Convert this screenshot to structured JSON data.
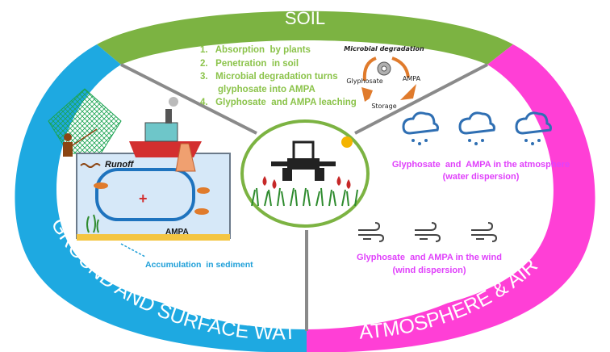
{
  "sections": {
    "soil": {
      "title": "SOIL",
      "items": [
        "1.   Absorption  by plants",
        "2.   Penetration  in soil",
        "3.   Microbial degradation turns",
        "glyphosate into AMPA",
        "4.   Glyphosate  and AMPA leaching"
      ],
      "cycle": {
        "title": "Microbial degradation",
        "glyphosate": "Glyphosate",
        "ampa": "AMPA",
        "storage": "Storage"
      }
    },
    "water": {
      "title": "GROUND AND SURFACE WATERS",
      "runoff": "Runoff",
      "ampa": "AMPA",
      "sediment": "Accumulation  in sediment"
    },
    "air": {
      "title": "ATMOSPHERE & AIR",
      "atmosphere_line1": "Glyphosate  and  AMPA in the atmosphere",
      "atmosphere_line2": "(water dispersion)",
      "wind_line1": "Glyphosate  and AMPA in the wind",
      "wind_line2": "(wind dispersion)"
    }
  },
  "colors": {
    "soil": "#7cb342",
    "water": "#1ea9e1",
    "air": "#ff3fd6",
    "soil_text": "#8bc34a",
    "water_text": "#1e9fd8",
    "air_text": "#e040fb",
    "arrow_orange": "#e07b2c",
    "cloud": "#2f6fb3",
    "center_ring": "#7cb342"
  },
  "icons": [
    "tractor-icon",
    "sun-icon",
    "cloud-rain-icon",
    "wind-icon",
    "fish-icon",
    "boat-icon",
    "fisherman-icon",
    "gear-icon",
    "plant-icon"
  ]
}
